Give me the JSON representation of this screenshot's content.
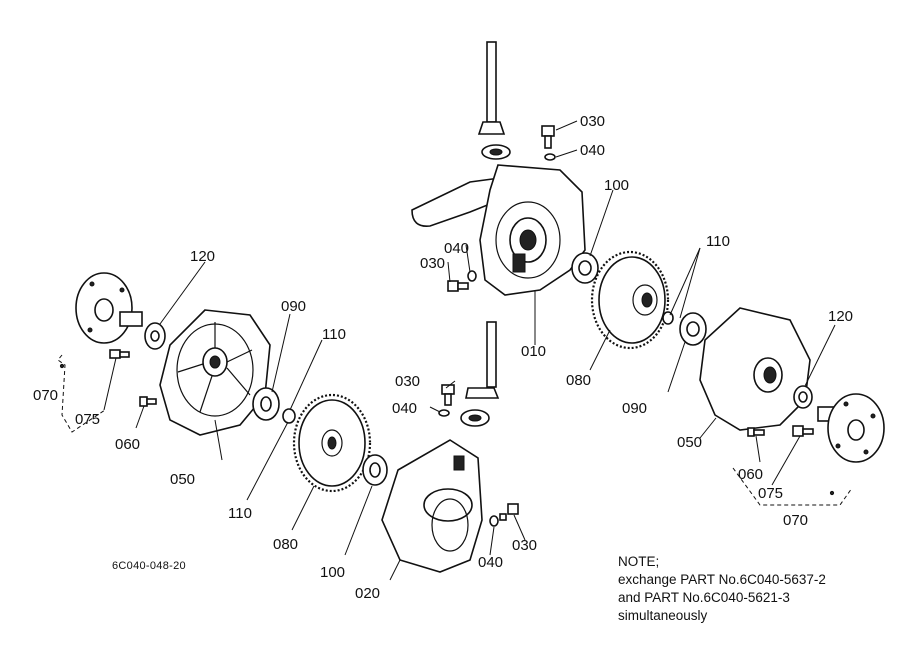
{
  "drawing_code": "6C040-048-20",
  "note": {
    "heading": "NOTE;",
    "line1": "exchange PART No.6C040-5637-2",
    "line2": "and PART No.6C040-5621-3",
    "line3": "simultaneously"
  },
  "labels": {
    "p030a": "030",
    "p040a": "040",
    "p100a": "100",
    "p040b": "040",
    "p030b": "030",
    "p010": "010",
    "p110a": "110",
    "p080a": "080",
    "p090a": "090",
    "p120a": "120",
    "p050a": "050",
    "p060a": "060",
    "p075a": "075",
    "p070a": "070",
    "p120b": "120",
    "p090b": "090",
    "p110b": "110",
    "p070b": "070",
    "p075b": "075",
    "p060b": "060",
    "p050b": "050",
    "p110c": "110",
    "p080b": "080",
    "p100b": "100",
    "p020": "020",
    "p040c": "040",
    "p030c": "030",
    "p030d": "030",
    "p040d": "040"
  }
}
